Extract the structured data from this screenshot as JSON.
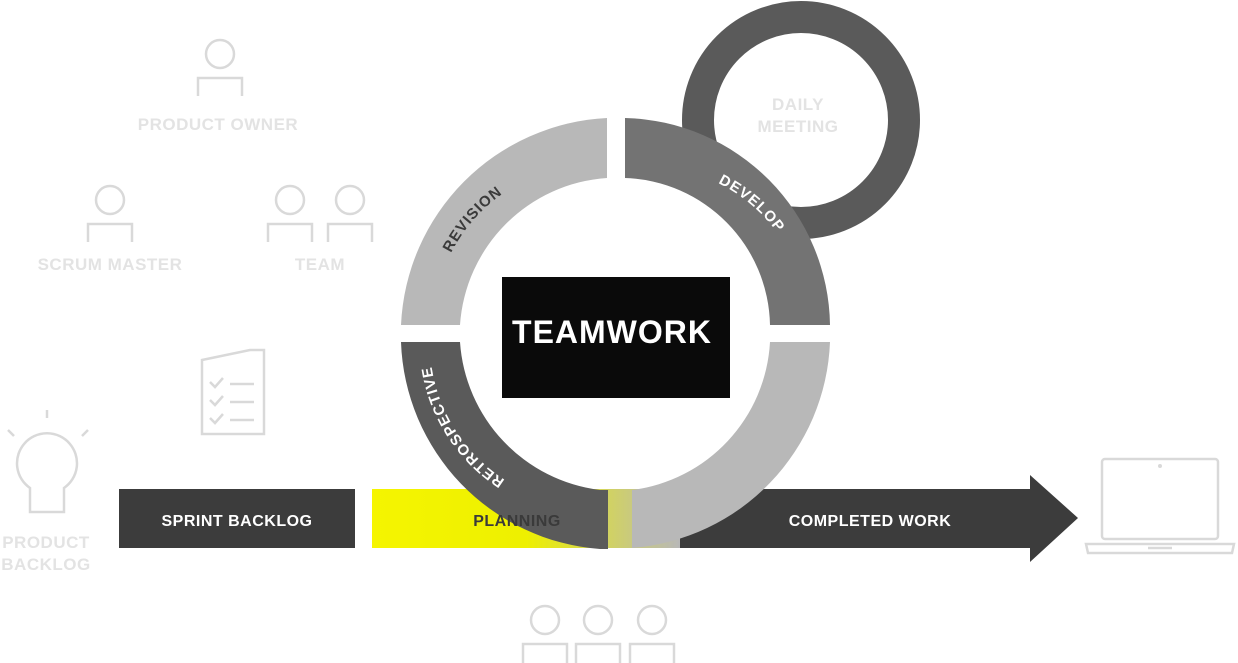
{
  "roles": {
    "product_owner": "PRODUCT OWNER",
    "scrum_master": "SCRUM MASTER",
    "team": "TEAM",
    "product_backlog_line1": "PRODUCT",
    "product_backlog_line2": "BACKLOG"
  },
  "daily_meeting": {
    "line1": "DAILY",
    "line2": "MEETING"
  },
  "cycle": {
    "revision": "REVISION",
    "develop": "DEVELOP",
    "retrospective": "RETROSPECTIVE"
  },
  "center": {
    "title": "TEAMWORK"
  },
  "flow": {
    "sprint_backlog": "SPRINT BACKLOG",
    "planning": "PLANNING",
    "completed_work": "COMPLETED WORK"
  },
  "colors": {
    "dark": "#3c3c3c",
    "ring_dark": "#5a5a5a",
    "develop": "#737373",
    "light_gray": "#b8b8b8",
    "yellow": "#f5f500",
    "black": "#0a0a0a"
  }
}
